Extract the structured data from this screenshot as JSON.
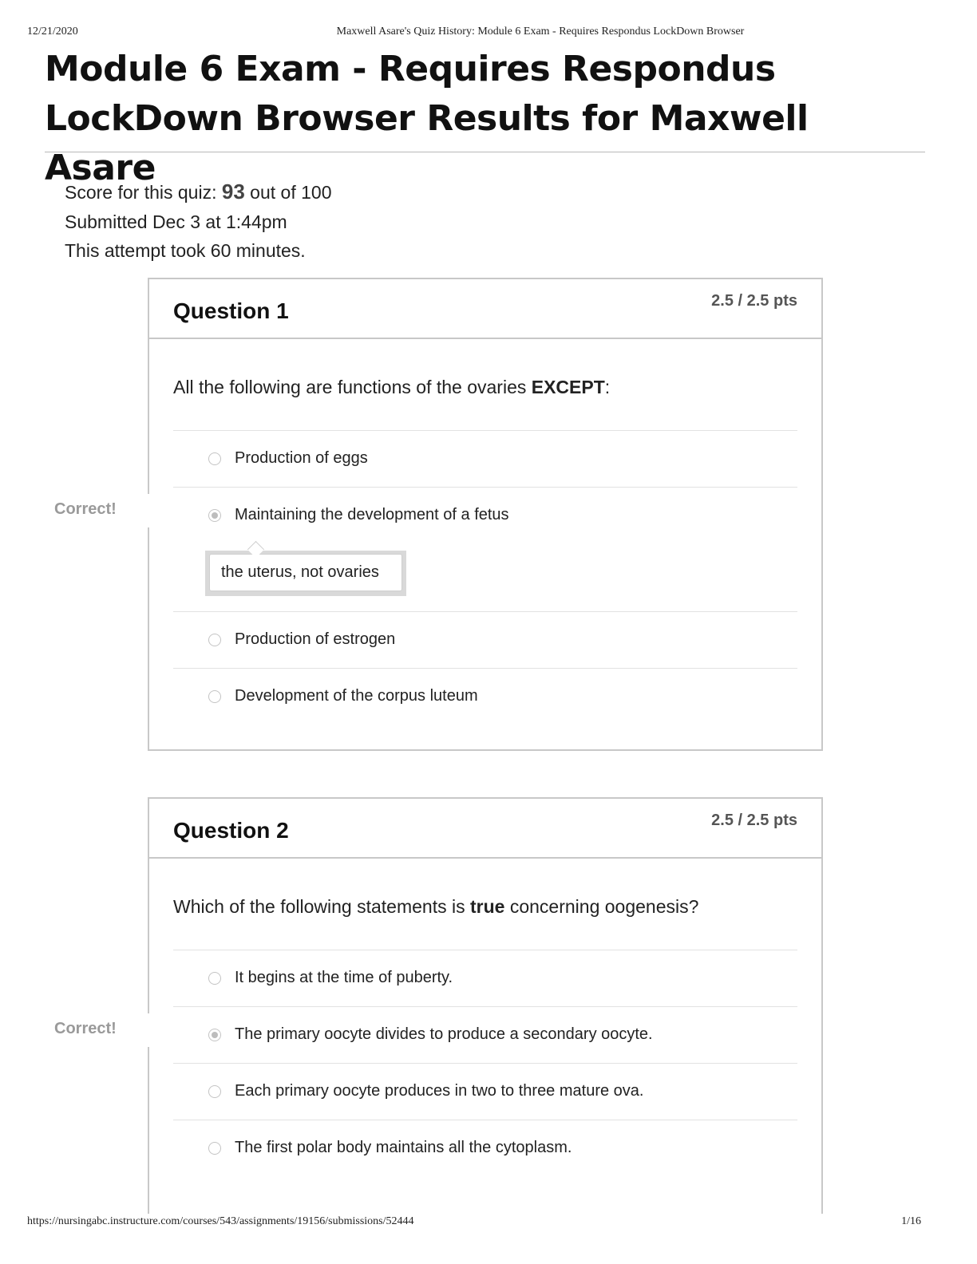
{
  "print_header": {
    "date": "12/21/2020",
    "doc_title": "Maxwell Asare's Quiz History: Module 6 Exam - Requires Respondus LockDown Browser"
  },
  "page_title": "Module 6 Exam - Requires Respondus LockDown Browser Results for Maxwell Asare",
  "summary": {
    "score_prefix": "Score for this quiz:",
    "score": "93",
    "score_suffix": "out of 100",
    "submitted": "Submitted Dec 3 at 1:44pm",
    "duration": "This attempt took 60 minutes."
  },
  "questions": [
    {
      "title": "Question 1",
      "points": "2.5 / 2.5 pts",
      "text_before": "All the following are functions of the ovaries ",
      "text_bold": "EXCEPT",
      "text_after": ":",
      "result": "Correct!",
      "answers": [
        {
          "label": "Production of eggs",
          "selected": false
        },
        {
          "label": "Maintaining the development of a fetus",
          "selected": true,
          "comment": "the uterus, not ovaries"
        },
        {
          "label": "Production of estrogen",
          "selected": false
        },
        {
          "label": "Development of the corpus luteum",
          "selected": false
        }
      ]
    },
    {
      "title": "Question 2",
      "points": "2.5 / 2.5 pts",
      "text_before": "Which of the following statements is ",
      "text_bold": "true",
      "text_after": " concerning oogenesis?",
      "result": "Correct!",
      "answers": [
        {
          "label": "It begins at the time of puberty.",
          "selected": false
        },
        {
          "label": "The primary oocyte divides to produce a secondary oocyte.",
          "selected": true
        },
        {
          "label": "Each primary oocyte produces in two to three mature ova.",
          "selected": false
        },
        {
          "label": "The first polar body maintains all the cytoplasm.",
          "selected": false
        }
      ]
    }
  ],
  "print_footer": {
    "url": "https://nursingabc.instructure.com/courses/543/assignments/19156/submissions/52444",
    "page": "1/16"
  }
}
